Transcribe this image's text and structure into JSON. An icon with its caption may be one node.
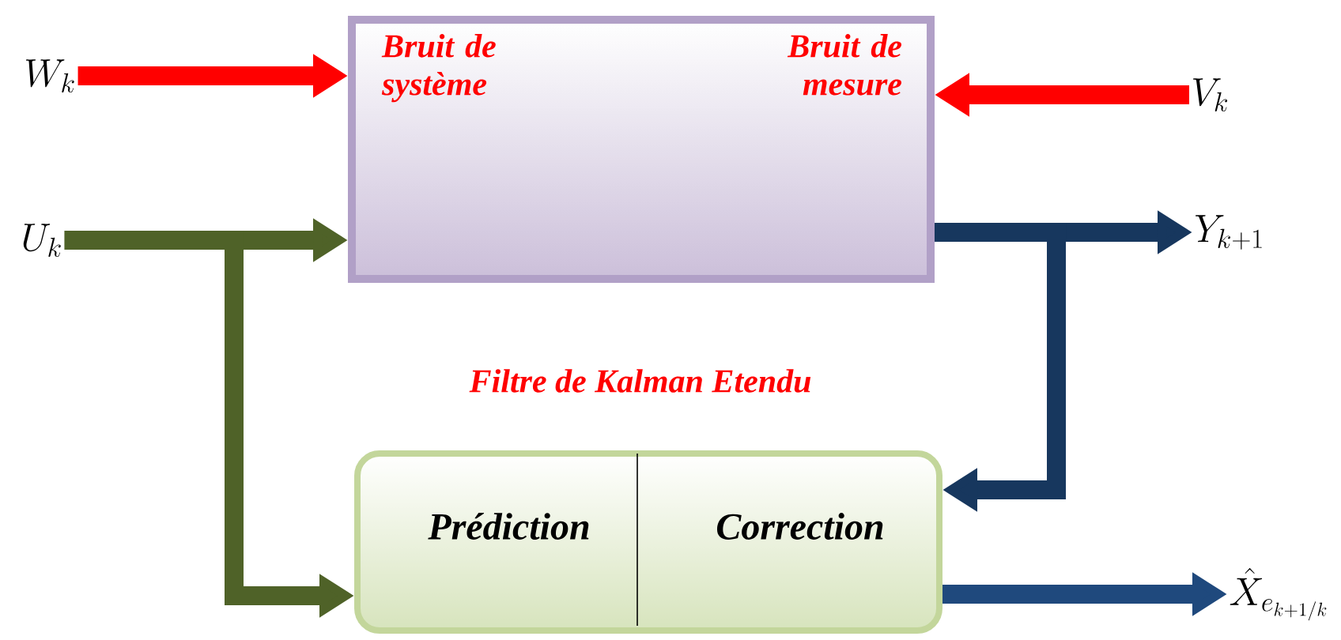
{
  "diagram": {
    "nodes": [
      {
        "text": [
          "Bruit de système",
          "Bruit de mesure"
        ]
      },
      {
        "text": [
          "Filtre de Kalman Etendu",
          "Prédiction",
          "Correction"
        ]
      },
      {
        "text": [
          "W_k"
        ]
      },
      {
        "text": [
          "V_k"
        ]
      },
      {
        "text": [
          "U_k"
        ]
      },
      {
        "text": [
          "Y_{k+1}"
        ]
      },
      {
        "text": [
          "\\hat{X}_{e_{k+1/k}}"
        ]
      }
    ],
    "edges": [
      {
        "from": 2,
        "to": 0,
        "arrow": "to",
        "color": "#ff0000"
      },
      {
        "from": 3,
        "to": 0,
        "arrow": "to",
        "color": "#ff0000"
      },
      {
        "from": 4,
        "to": 0,
        "arrow": "to",
        "color": "#4f6228"
      },
      {
        "from": 4,
        "to": 1,
        "arrow": "to",
        "color": "#4f6228"
      },
      {
        "from": 0,
        "to": 5,
        "arrow": "to",
        "color": "#17375e"
      },
      {
        "from": 0,
        "to": 1,
        "arrow": "to",
        "color": "#17375e"
      },
      {
        "from": 1,
        "to": 6,
        "arrow": "to",
        "color": "#1f497d"
      }
    ]
  }
}
